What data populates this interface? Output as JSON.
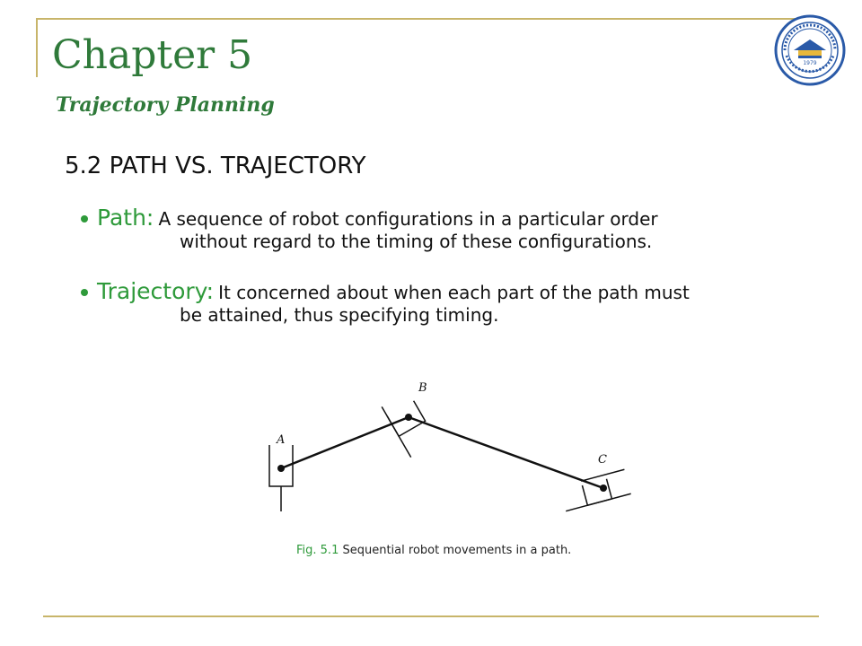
{
  "header": {
    "title": "Chapter 5",
    "subtitle": "Trajectory Planning"
  },
  "section": {
    "heading": "5.2 PATH VS. TRAJECTORY"
  },
  "bullets": [
    {
      "term": "Path:",
      "line1": "A sequence of robot configurations in a particular order",
      "line2": "without regard to the timing of these configurations."
    },
    {
      "term": "Trajectory:",
      "line1": "It concerned about when each part of the path must",
      "line2": "be attained, thus specifying timing."
    }
  ],
  "figure": {
    "labels": {
      "a": "A",
      "b": "B",
      "c": "C"
    },
    "caption_number": "Fig. 5.1",
    "caption_text": "Sequential robot movements in a path."
  },
  "logo": {
    "icon": "university-seal-icon",
    "year": "1979"
  },
  "colors": {
    "title": "#2f7a3a",
    "accent": "#2e9a3a",
    "frame": "#c8b56a"
  }
}
